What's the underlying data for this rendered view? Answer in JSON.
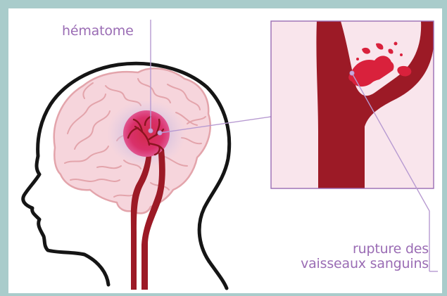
{
  "labels": {
    "hematoma": "hématome",
    "rupture_line1": "rupture des",
    "rupture_line2": "vaisseaux sanguins"
  },
  "colors": {
    "background_border": "#a9cccb",
    "panel": "#ffffff",
    "brain_fill": "#f6d5dc",
    "brain_outline": "#e3a4ab",
    "vessel": "#9c1a26",
    "blood": "#d9213c",
    "hematoma_glow": "#c9b8e0",
    "inset_background": "#f9e5ec",
    "inset_border": "#9a6cb4",
    "label_text": "#9a6cb4",
    "head_outline": "#151515"
  }
}
